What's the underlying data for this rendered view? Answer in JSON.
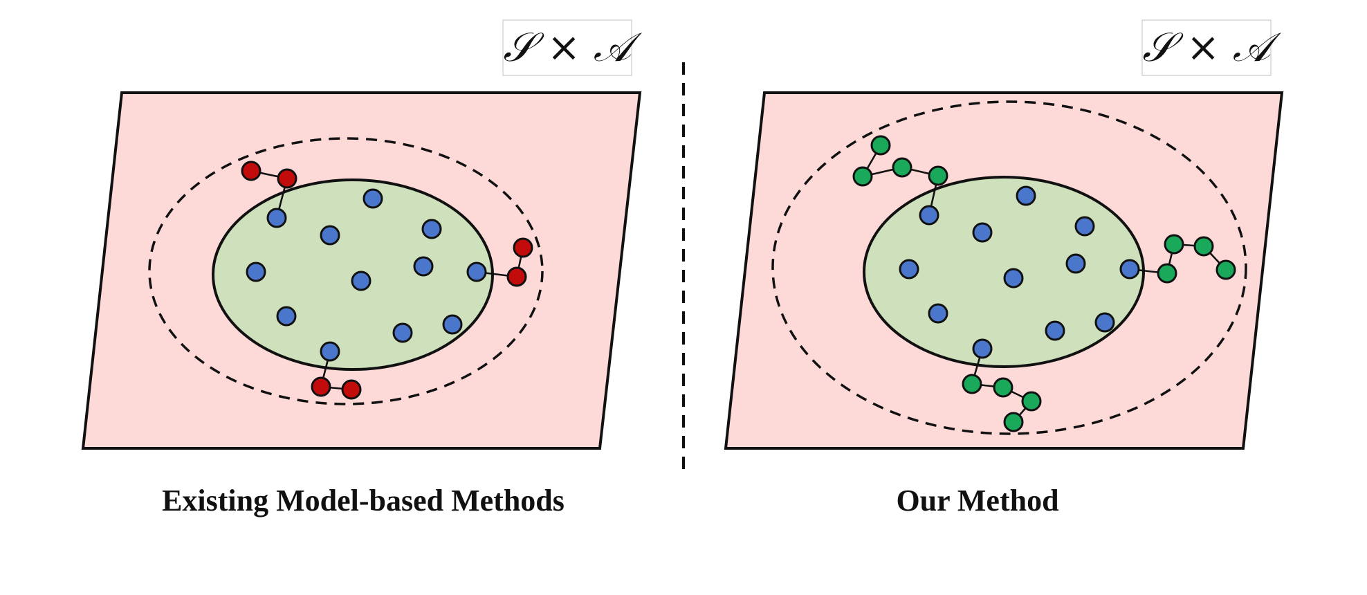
{
  "colors": {
    "plane_fill": "#fdd9d8",
    "inner_fill": "#cfe0bd",
    "in_distribution_node": "#4a77cc",
    "existing_rollout_node": "#c20c0c",
    "our_rollout_node": "#1aa85a"
  },
  "left_panel": {
    "space_label": "𝒮 × 𝒜",
    "caption": "Existing Model-based Methods"
  },
  "right_panel": {
    "space_label": "𝒮 × 𝒜",
    "caption": "Our Method"
  }
}
